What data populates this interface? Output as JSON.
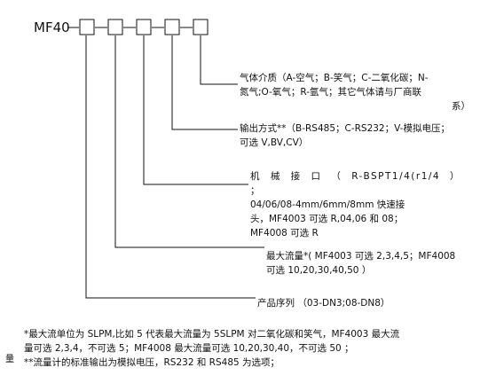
{
  "model_prefix": "MF40",
  "boxes": [
    {
      "id": "series"
    },
    {
      "id": "flow"
    },
    {
      "id": "connector"
    },
    {
      "id": "output"
    },
    {
      "id": "gas"
    }
  ],
  "descriptions": {
    "gas": {
      "line1": "气体介质（A-空气；B-笑气；C-二氧化碳；N-",
      "line2": "氮气;O-氧气；R-氩气；其它气体请与厂商联",
      "line3": "系）"
    },
    "output": {
      "line1": "输出方式**（B-RS485；C-RS232；V-模拟电压；",
      "line2": "可选 V,BV,CV）"
    },
    "connector": {
      "line1": "机 械 接 口 （ R-BSPT1/4(r1/4 ） ；",
      "line2": "04/06/08-4mm/6mm/8mm 快速接",
      "line3": "头，MF4003 可选 R,04,06 和 08；",
      "line4": "MF4008 可选 R"
    },
    "flow": {
      "line1": "最大流量*( MF4003 可选 2,3,4,5；MF4008",
      "line2": "可选 10,20,30,40,50 ）"
    },
    "series": {
      "line1": "产品序列  （03-DN3;08-DN8）"
    }
  },
  "notes": {
    "note1_line1": "*最大流单位为 SLPM,比如 5 代表最大流量为 5SLPM 对二氧化碳和笑气，MF4003 最大流",
    "note1_line2": "量可选 2,3,4，不可选 5；MF4008 最大流量可选  10,20,30,40，不可选 50 ；",
    "note2": "**流量计的标准输出为模拟电压，RS232 和 RS485 为选项；"
  },
  "side_mark": "量"
}
